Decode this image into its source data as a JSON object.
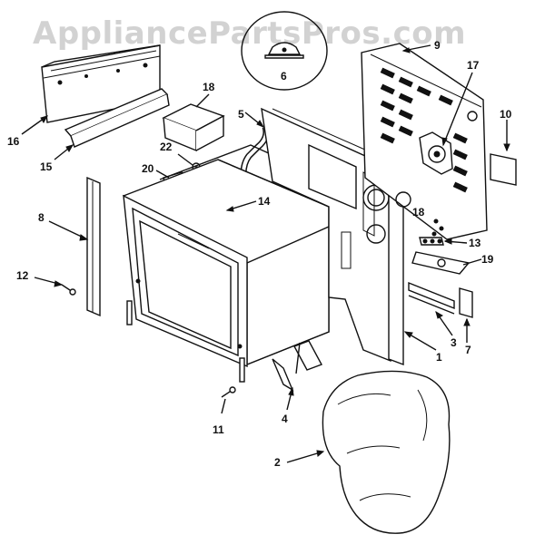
{
  "watermark": "AppliancePartsPros.com",
  "callouts": {
    "c1": "1",
    "c2": "2",
    "c3": "3",
    "c4": "4",
    "c5": "5",
    "c6": "6",
    "c7": "7",
    "c8": "8",
    "c9": "9",
    "c10": "10",
    "c11": "11",
    "c12": "12",
    "c13": "13",
    "c14": "14",
    "c15": "15",
    "c16": "16",
    "c17": "17",
    "c18a": "18",
    "c18b": "18",
    "c19": "19",
    "c20": "20",
    "c22": "22"
  }
}
